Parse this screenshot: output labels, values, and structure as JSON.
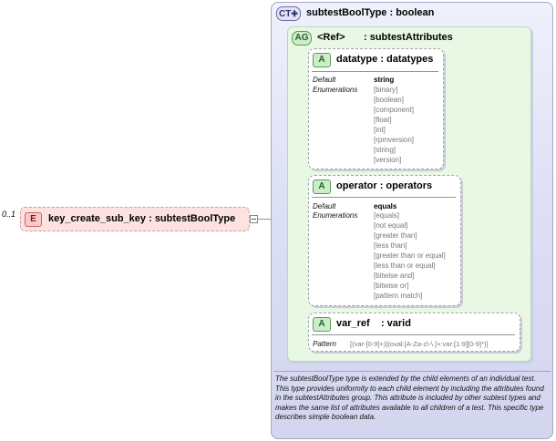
{
  "element": {
    "badge": "E",
    "name": "key_create_sub_key",
    "type": ": subtestBoolType",
    "occurrence": "0..1"
  },
  "complex_type": {
    "badge": "CT",
    "name": "subtestBoolType",
    "base": ": boolean",
    "description": "The subtestBoolType type is extended by the child elements of an individual test.  This type provides uniformity to each child element by including the attributes found in the subtestAttributes group.  This attribute is included by other subtest types and makes the same list of attributes available to all children of a test.  This specific type describes simple boolean data."
  },
  "attribute_group": {
    "badge": "AG",
    "ref": "<Ref>",
    "name": ": subtestAttributes"
  },
  "attributes": [
    {
      "badge": "A",
      "name": "datatype",
      "type": ": datatypes",
      "default_label": "Default",
      "default_value": "string",
      "enum_label": "Enumerations",
      "enumerations": [
        "[binary]",
        "[boolean]",
        "[component]",
        "[float]",
        "[int]",
        "[rpmversion]",
        "[string]",
        "[version]"
      ]
    },
    {
      "badge": "A",
      "name": "operator",
      "type": ": operators",
      "default_label": "Default",
      "default_value": "equals",
      "enum_label": "Enumerations",
      "enumerations": [
        "[equals]",
        "[not equal]",
        "[greater than]",
        "[less than]",
        "[greater than or equal]",
        "[less than or equal]",
        "[bitwise and]",
        "[bitwise or]",
        "[pattern match]"
      ]
    },
    {
      "badge": "A",
      "name": "var_ref",
      "type": ": varid",
      "pattern_label": "Pattern",
      "pattern_value": "[(var-[0-9]+)|(oval:[A-Za-z\\-\\.]+:var:[1-9][0-9]*)]"
    }
  ]
}
